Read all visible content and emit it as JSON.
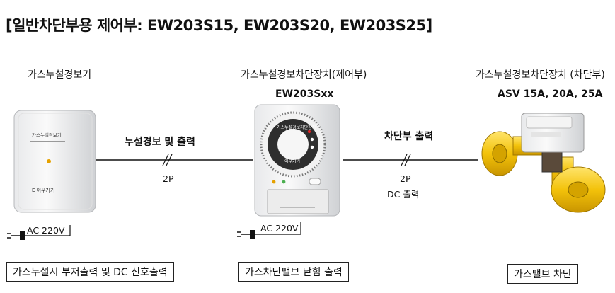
{
  "title": "[일반차단부용 제어부: EW203S15, EW203S20, EW203S25]",
  "devices": {
    "detector": {
      "name": "가스누설경보기",
      "device_label": "가스누설경보기",
      "device_brand": "E 이우거기"
    },
    "controller": {
      "name": "가스누설경보차단장치(제어부)",
      "model": "EW203Sxx",
      "dial_text": "가스누설경보차단장치",
      "dial_brand": "이우거기"
    },
    "valve": {
      "name": "가스누설경보차단장치 (차단부)",
      "models": "ASV 15A, 20A, 25A"
    }
  },
  "connections": {
    "left": {
      "label": "누설경보 및 출력",
      "wire": "2P"
    },
    "right": {
      "label": "차단부 출력",
      "wire": "2P",
      "wire_sub": "DC 출력"
    }
  },
  "power": {
    "left": "AC 220V",
    "middle": "AC 220V"
  },
  "functions": [
    "가스누설시 부저출력 및 DC 신호출력",
    "가스차단밸브 닫힘 출력",
    "가스밸브 차단"
  ]
}
